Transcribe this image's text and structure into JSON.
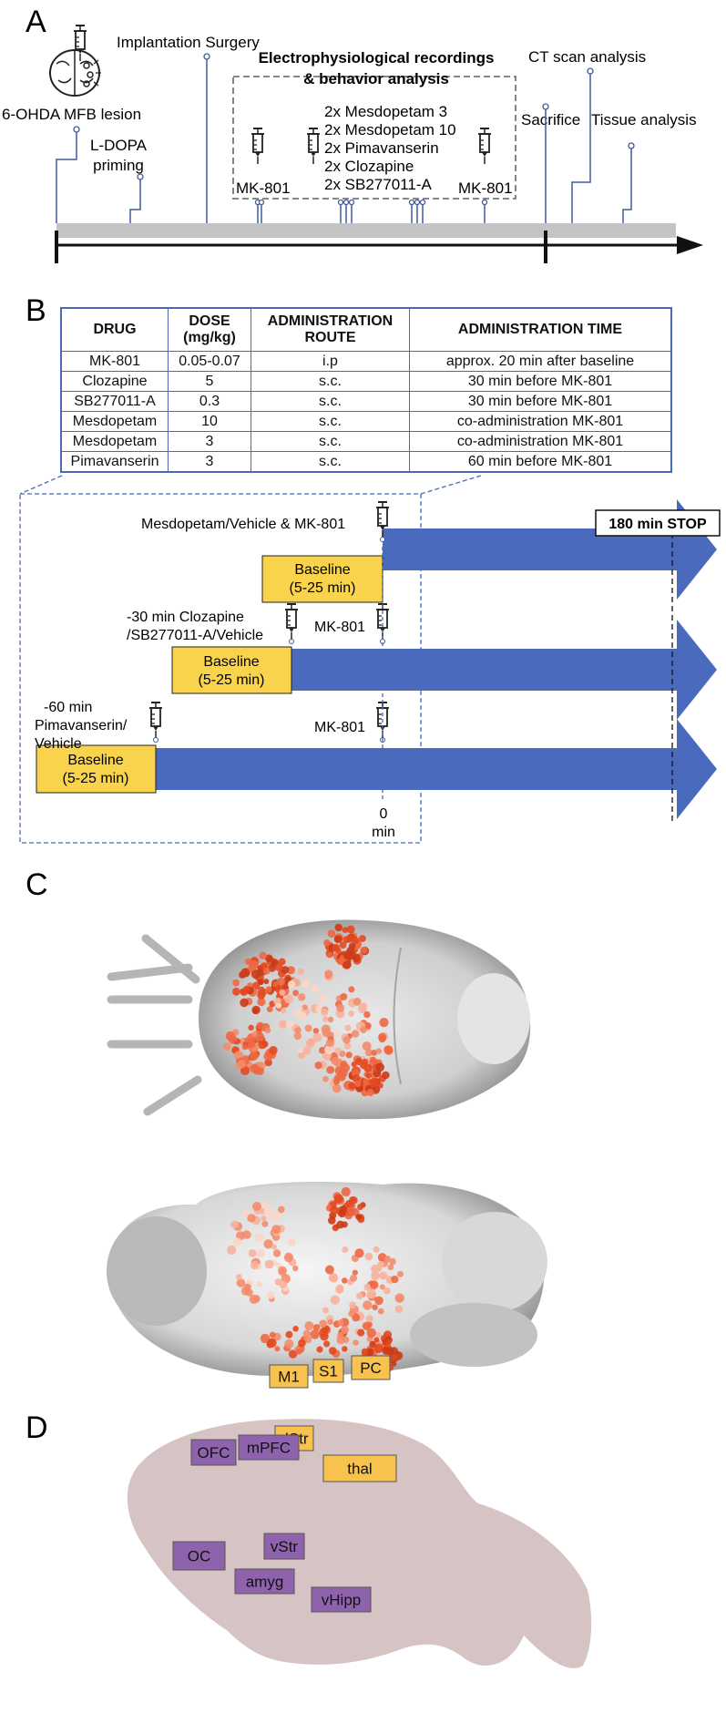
{
  "panels": {
    "a": "A",
    "b": "B",
    "c": "C",
    "d": "D"
  },
  "timeline": {
    "lesion": "6-OHDA MFB lesion",
    "ldopa_1": "L-DOPA",
    "ldopa_2": "priming",
    "implant": "Implantation Surgery",
    "ephys_title_1": "Electrophysiological recordings",
    "ephys_title_2": "& behavior analysis",
    "mk801_left": "MK-801",
    "mk801_right": "MK-801",
    "drug_lines": [
      "2x Mesdopetam 3",
      "2x Mesdopetam 10",
      "2x Pimavanserin",
      "2x Clozapine",
      "2x SB277011-A"
    ],
    "ct": "CT scan analysis",
    "sacrifice": "Sacrifice",
    "tissue": "Tissue analysis"
  },
  "table": {
    "headers": [
      "DRUG",
      "DOSE\n(mg/kg)",
      "ADMINISTRATION\nROUTE",
      "ADMINISTRATION TIME"
    ],
    "rows": [
      [
        "MK-801",
        "0.05-0.07",
        "i.p",
        "approx. 20 min after baseline"
      ],
      [
        "Clozapine",
        "5",
        "s.c.",
        "30 min before MK-801"
      ],
      [
        "SB277011-A",
        "0.3",
        "s.c.",
        "30 min before MK-801"
      ],
      [
        "Mesdopetam",
        "10",
        "s.c.",
        "co-administration MK-801"
      ],
      [
        "Mesdopetam",
        "3",
        "s.c.",
        "co-administration MK-801"
      ],
      [
        "Pimavanserin",
        "3",
        "s.c.",
        "60 min before MK-801"
      ]
    ]
  },
  "protocol": {
    "row1_label": "Mesdopetam/Vehicle & MK-801",
    "row2_label_1": "-30 min Clozapine",
    "row2_label_2": "/SB277011-A/Vehicle",
    "row2_mk": "MK-801",
    "row3_label_1": "-60 min",
    "row3_label_2": "Pimavanserin/",
    "row3_label_3": "Vehicle",
    "row3_mk": "MK-801",
    "baseline_1": "Baseline",
    "baseline_2": "(5-25 min)",
    "stop": "180 min STOP",
    "zero_1": "0",
    "zero_2": "min"
  },
  "regions": {
    "yellow": [
      "M1",
      "S1",
      "PC",
      "dStr",
      "thal"
    ],
    "purple": [
      "OFC",
      "mPFC",
      "OC",
      "vStr",
      "amyg",
      "vHipp"
    ]
  },
  "colors": {
    "arrow_blue": "#4a6bbd",
    "baseline_yellow": "#f9d34c",
    "region_yellow": "#f7c24e",
    "region_purple": "#8e62ac",
    "table_border": "#4a69b4",
    "brain_silhouette": "#d6c3c3",
    "timeline_bar": "#c4c4c4"
  }
}
